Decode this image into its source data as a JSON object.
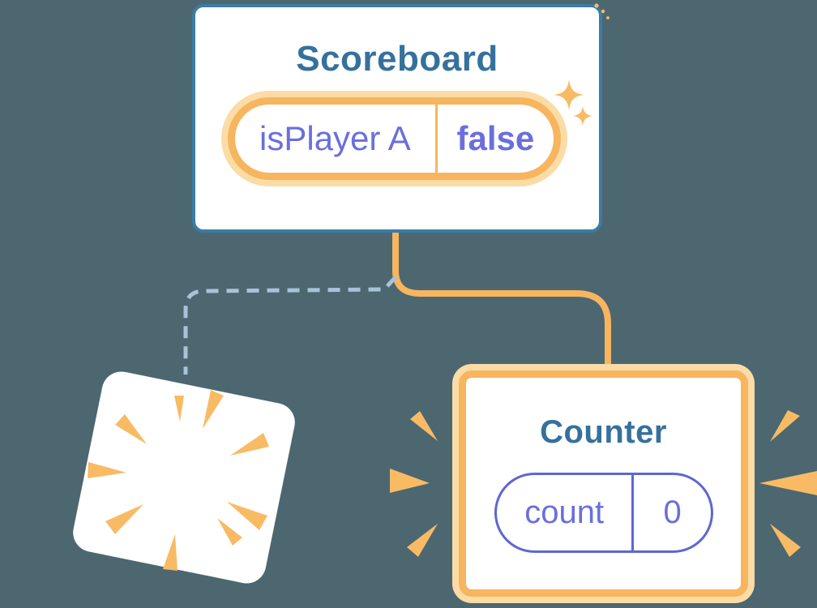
{
  "diagram": {
    "scoreboard": {
      "title": "Scoreboard",
      "state": {
        "key": "isPlayer A",
        "value": "false"
      }
    },
    "counter": {
      "title": "Counter",
      "state": {
        "key": "count",
        "value": "0"
      }
    },
    "colors": {
      "background": "#4d6771",
      "card_border_blue": "#3a7ca5",
      "title_blue": "#35719c",
      "accent_orange": "#f7b55f",
      "accent_orange_glow": "#fbdca6",
      "ray_orange": "#f8bb63",
      "state_purple": "#6a6fdc",
      "pill_border_purple": "#5e66d4",
      "dashed_line_blue": "#a7c4d6"
    },
    "icons": {
      "sparkles": "sparkles-icon",
      "poof": "poof-icon",
      "emphasis": "emphasis-rays-icon"
    }
  }
}
